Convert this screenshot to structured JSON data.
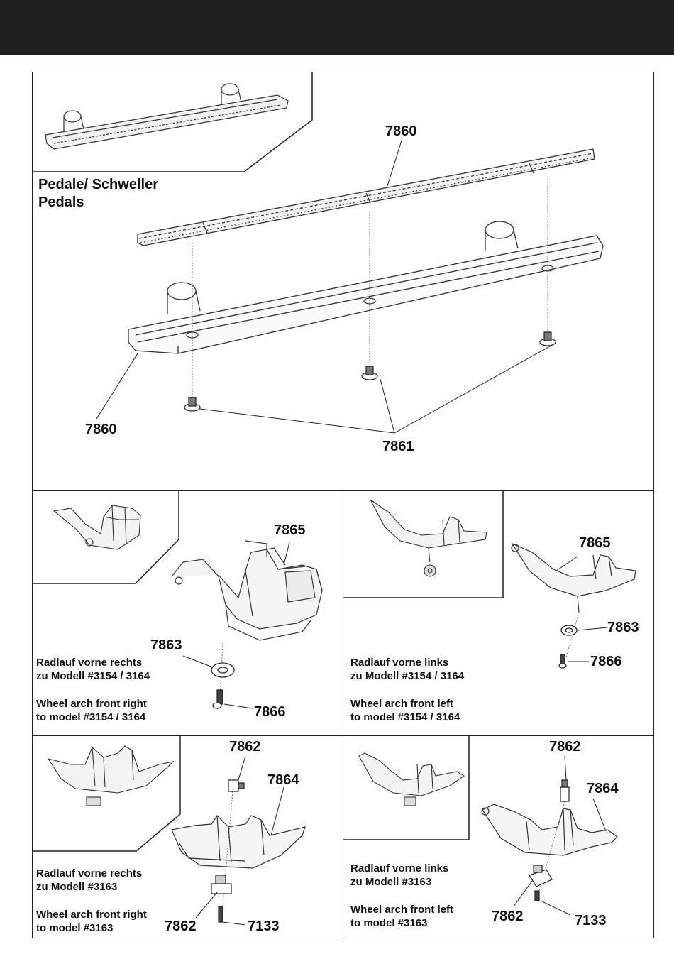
{
  "header": {
    "bar_color": "#231f20"
  },
  "pedals": {
    "title_de": "Pedale/ Schweller",
    "title_en": "Pedals",
    "part_top": "7860",
    "part_left": "7860",
    "part_screws": "7861"
  },
  "arch_front_right_a": {
    "caption_de_1": "Radlauf vorne rechts",
    "caption_de_2": "zu Modell #3154 / 3164",
    "caption_en_1": "Wheel arch front right",
    "caption_en_2": "to model #3154 / 3164",
    "part_a": "7865",
    "part_b": "7863",
    "part_c": "7866"
  },
  "arch_front_left_a": {
    "caption_de_1": "Radlauf vorne links",
    "caption_de_2": "zu Modell #3154 / 3164",
    "caption_en_1": "Wheel arch front left",
    "caption_en_2": "to model #3154 / 3164",
    "part_a": "7865",
    "part_b": "7863",
    "part_c": "7866"
  },
  "arch_front_right_b": {
    "caption_de_1": "Radlauf vorne rechts",
    "caption_de_2": "zu Modell #3163",
    "caption_en_1": "Wheel arch front right",
    "caption_en_2": "to model #3163",
    "part_a": "7862",
    "part_b": "7864",
    "part_c": "7862",
    "part_d": "7133"
  },
  "arch_front_left_b": {
    "caption_de_1": "Radlauf vorne links",
    "caption_de_2": "zu Modell #3163",
    "caption_en_1": "Wheel arch front left",
    "caption_en_2": "to model #3163",
    "part_a": "7862",
    "part_b": "7864",
    "part_c": "7862",
    "part_d": "7133"
  }
}
